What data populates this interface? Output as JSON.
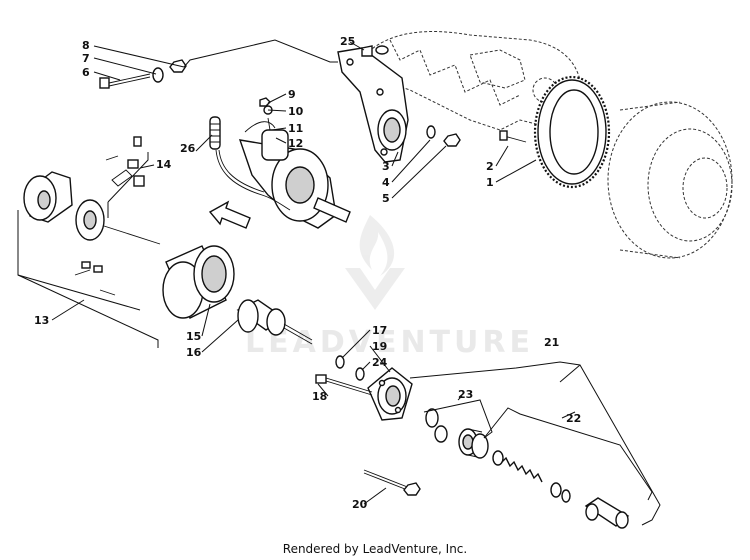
{
  "footer_text": "Rendered by LeadVenture, Inc.",
  "watermark_text": "LEADVENTURE",
  "callouts": [
    "1",
    "2",
    "3",
    "4",
    "5",
    "6",
    "7",
    "8",
    "9",
    "10",
    "11",
    "12",
    "13",
    "14",
    "15",
    "16",
    "17",
    "18",
    "19",
    "20",
    "21",
    "22",
    "23",
    "24",
    "25",
    "26"
  ]
}
